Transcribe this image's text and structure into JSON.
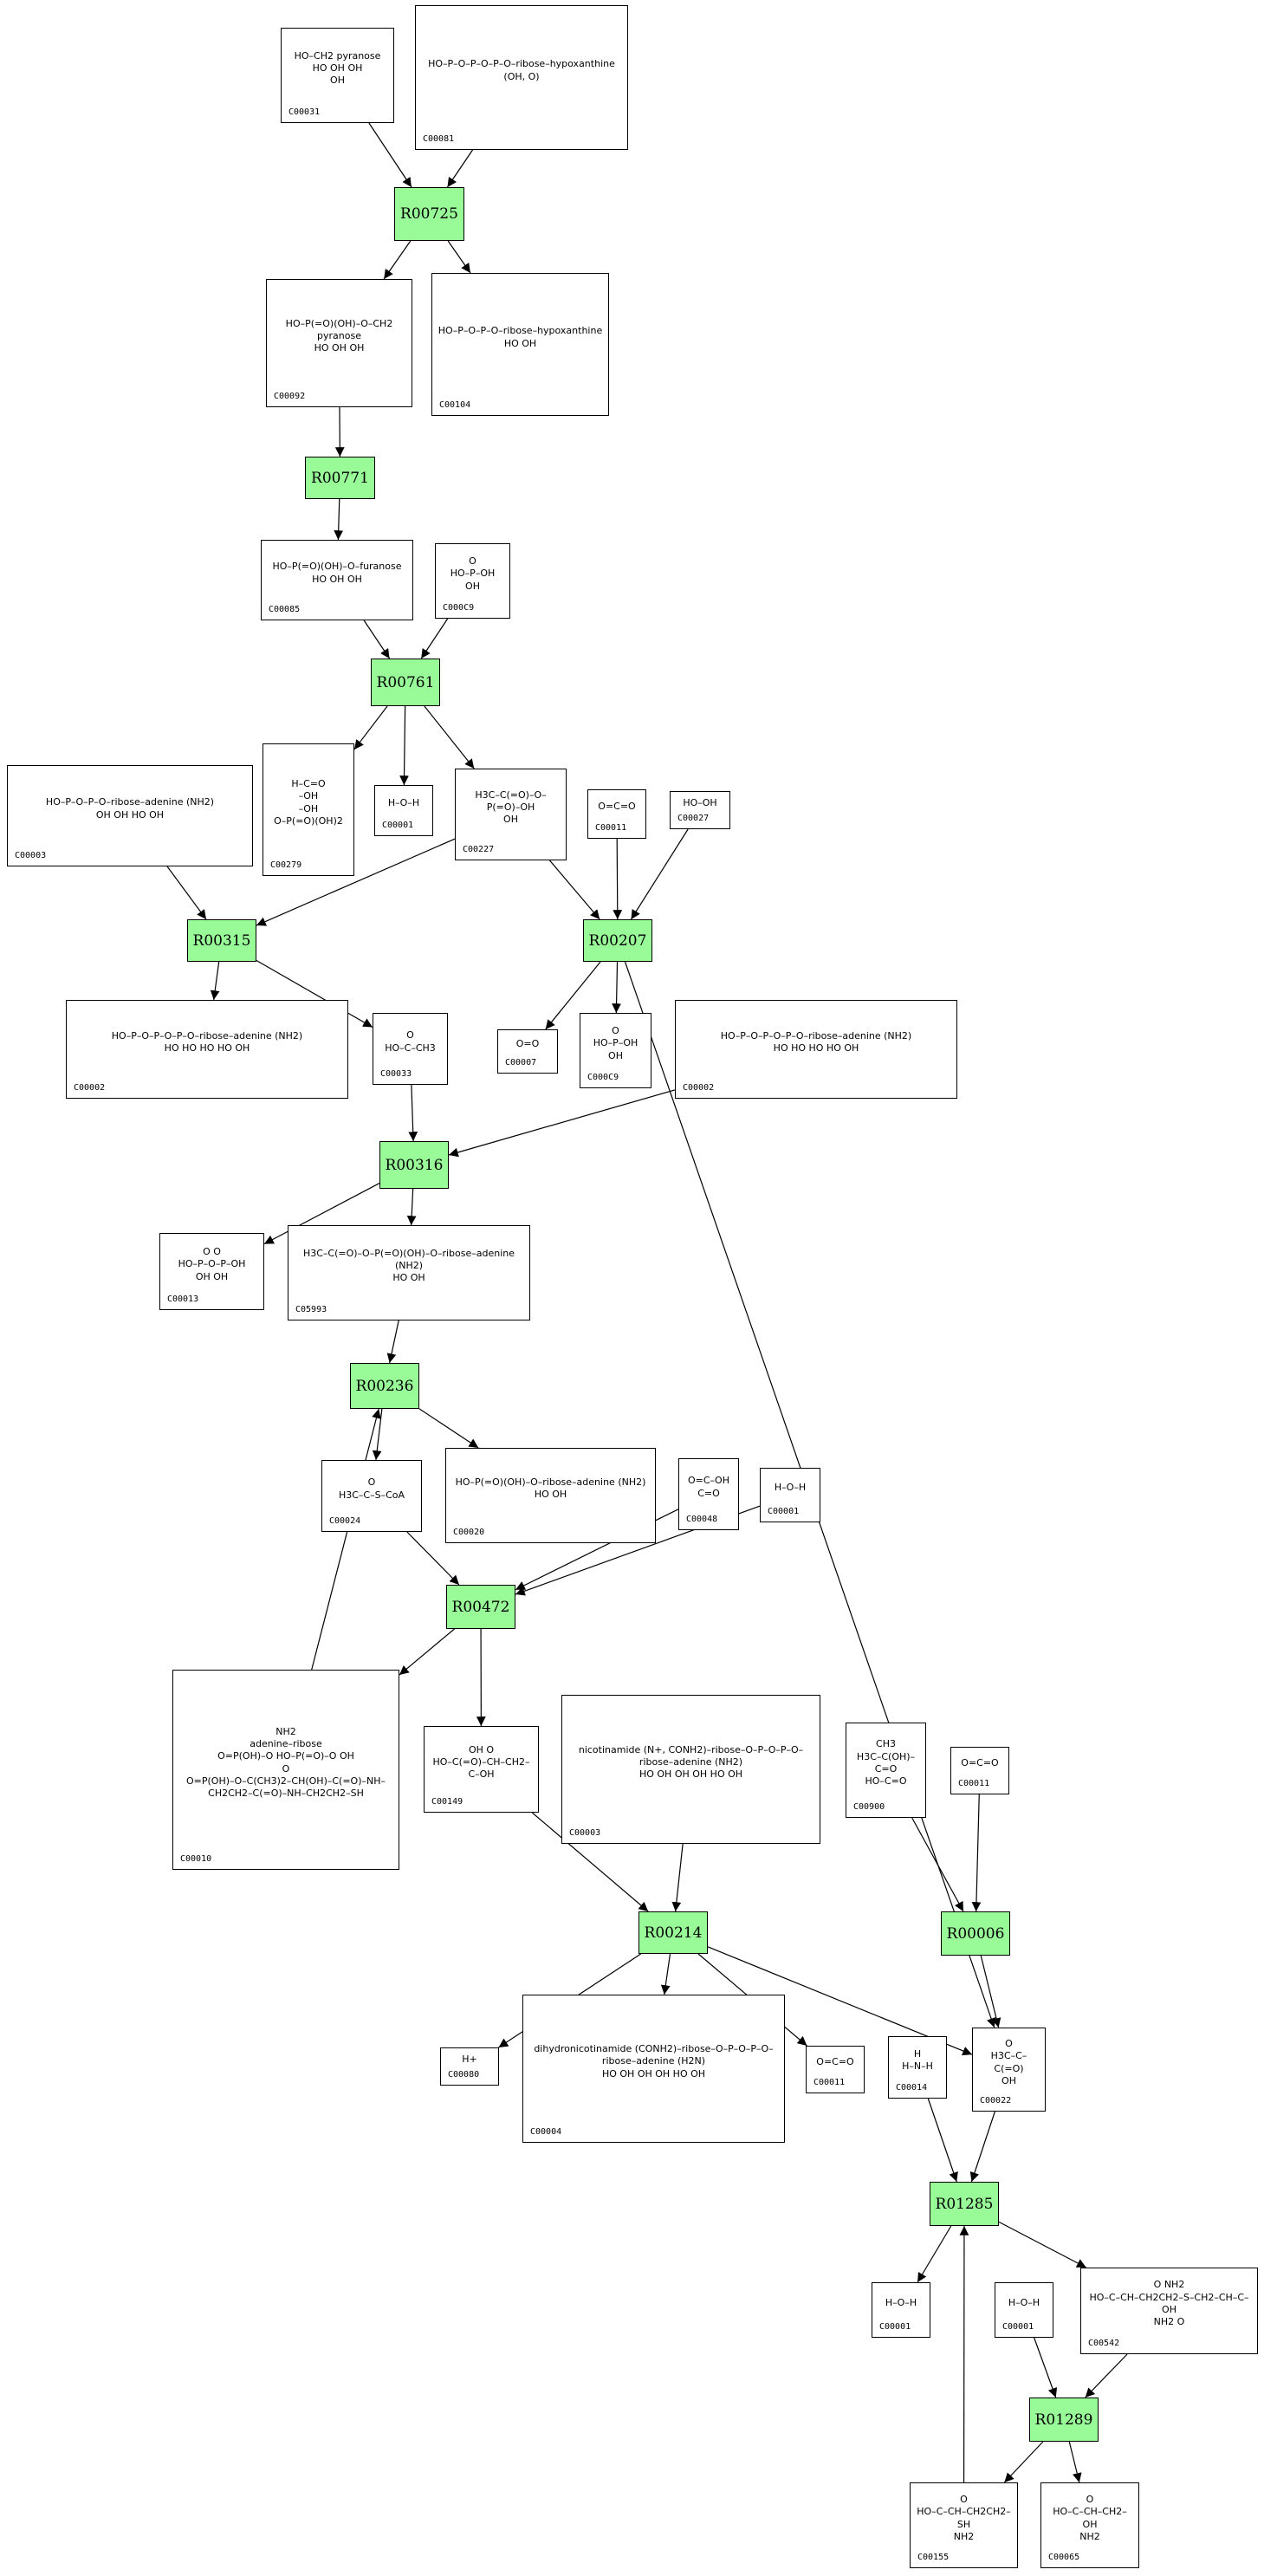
{
  "colors": {
    "reaction_fill": "#98fb98",
    "edge": "#000000",
    "background": "#ffffff"
  },
  "reactions": [
    {
      "key": "R00725",
      "label": "R00725"
    },
    {
      "key": "R00771",
      "label": "R00771"
    },
    {
      "key": "R00761",
      "label": "R00761"
    },
    {
      "key": "R00315",
      "label": "R00315"
    },
    {
      "key": "R00207",
      "label": "R00207"
    },
    {
      "key": "R00316",
      "label": "R00316"
    },
    {
      "key": "R00236",
      "label": "R00236"
    },
    {
      "key": "R00472",
      "label": "R00472"
    },
    {
      "key": "R00214",
      "label": "R00214"
    },
    {
      "key": "R00006",
      "label": "R00006"
    },
    {
      "key": "R01285",
      "label": "R01285"
    },
    {
      "key": "R01289",
      "label": "R01289"
    }
  ],
  "compounds": [
    {
      "key": "c00031",
      "id": "C00031",
      "structure": "HO–CH2 pyranose\nHO  OH  OH\nOH"
    },
    {
      "key": "c00081",
      "id": "C00081",
      "structure": "HO–P–O–P–O–P–O–ribose–hypoxanthine\n(OH, O)"
    },
    {
      "key": "c00092",
      "id": "C00092",
      "structure": "HO–P(=O)(OH)–O–CH2 pyranose\nHO  OH  OH"
    },
    {
      "key": "c00104",
      "id": "C00104",
      "structure": "HO–P–O–P–O–ribose–hypoxanthine\nHO  OH"
    },
    {
      "key": "c00085",
      "id": "C00085",
      "structure": "HO–P(=O)(OH)–O–furanose\nHO  OH  OH"
    },
    {
      "key": "c00009a",
      "id": "C000C9",
      "structure": "O\nHO–P–OH\nOH"
    },
    {
      "key": "c00279",
      "id": "C00279",
      "structure": "H–C=O\n–OH\n–OH\nO–P(=O)(OH)2"
    },
    {
      "key": "c00001a",
      "id": "C00001",
      "structure": "H–O–H"
    },
    {
      "key": "c00227",
      "id": "C00227",
      "structure": "H3C–C(=O)–O–P(=O)–OH\nOH"
    },
    {
      "key": "c00011a",
      "id": "C00011",
      "structure": "O=C=O"
    },
    {
      "key": "c00027",
      "id": "C00027",
      "structure": "HO–OH"
    },
    {
      "key": "c00003b",
      "id": "C00003",
      "structure": "HO–P–O–P–O–ribose–adenine (NH2)\nOH  OH   HO  OH"
    },
    {
      "key": "c00002a",
      "id": "C00002",
      "structure": "HO–P–O–P–O–P–O–ribose–adenine (NH2)\nHO  HO  HO   HO  OH"
    },
    {
      "key": "c00033",
      "id": "C00033",
      "structure": "O\nHO–C–CH3"
    },
    {
      "key": "c00007",
      "id": "C00007",
      "structure": "O=O"
    },
    {
      "key": "c00009b",
      "id": "C000C9",
      "structure": "O\nHO–P–OH\nOH"
    },
    {
      "key": "c00002b",
      "id": "C00002",
      "structure": "HO–P–O–P–O–P–O–ribose–adenine (NH2)\nHO  HO  HO   HO  OH"
    },
    {
      "key": "c00013",
      "id": "C00013",
      "structure": "O     O\nHO–P–O–P–OH\nOH   OH"
    },
    {
      "key": "c05993",
      "id": "C05993",
      "structure": "H3C–C(=O)–O–P(=O)(OH)–O–ribose–adenine (NH2)\nHO  OH"
    },
    {
      "key": "c00024",
      "id": "C00024",
      "structure": "O\nH3C–C–S–CoA"
    },
    {
      "key": "c00020",
      "id": "C00020",
      "structure": "HO–P(=O)(OH)–O–ribose–adenine (NH2)\nHO  OH"
    },
    {
      "key": "c00048",
      "id": "C00048",
      "structure": "O=C–OH\nC=O"
    },
    {
      "key": "c00001b",
      "id": "C00001",
      "structure": "H–O–H"
    },
    {
      "key": "c00010",
      "id": "C00010",
      "structure": "NH2\nadenine–ribose\nO=P(OH)–O  HO–P(=O)–O  OH\nO\nO=P(OH)–O–C(CH3)2–CH(OH)–C(=O)–NH–CH2CH2–C(=O)–NH–CH2CH2–SH"
    },
    {
      "key": "c00149",
      "id": "C00149",
      "structure": "OH    O\nHO–C(=O)–CH–CH2–C–OH"
    },
    {
      "key": "c00003",
      "id": "C00003",
      "structure": "nicotinamide (N+, CONH2)–ribose–O–P–O–P–O–ribose–adenine (NH2)\nHO OH   OH  OH   HO OH"
    },
    {
      "key": "c00900",
      "id": "C00900",
      "structure": "CH3\nH3C–C(OH)–C=O\nHO–C=O"
    },
    {
      "key": "c00011b",
      "id": "C00011",
      "structure": "O=C=O"
    },
    {
      "key": "c00080",
      "id": "C00080",
      "structure": "H+"
    },
    {
      "key": "c00004",
      "id": "C00004",
      "structure": "dihydronicotinamide (CONH2)–ribose–O–P–O–P–O–ribose–adenine (H2N)\nHO OH   OH  OH   HO OH"
    },
    {
      "key": "c00011c",
      "id": "C00011",
      "structure": "O=C=O"
    },
    {
      "key": "c00014",
      "id": "C00014",
      "structure": "H\nH–N–H"
    },
    {
      "key": "c00022",
      "id": "C00022",
      "structure": "O\nH3C–C–C(=O)\nOH"
    },
    {
      "key": "c00001c",
      "id": "C00001",
      "structure": "H–O–H"
    },
    {
      "key": "c00001d",
      "id": "C00001",
      "structure": "H–O–H"
    },
    {
      "key": "c00542",
      "id": "C00542",
      "structure": "O           NH2\nHO–C–CH–CH2CH2–S–CH2–CH–C–OH\nNH2           O"
    },
    {
      "key": "c00155",
      "id": "C00155",
      "structure": "O\nHO–C–CH–CH2CH2–SH\nNH2"
    },
    {
      "key": "c00065",
      "id": "C00065",
      "structure": "O\nHO–C–CH–CH2–OH\nNH2"
    }
  ],
  "edges": [
    [
      "c00031",
      "R00725"
    ],
    [
      "c00081",
      "R00725"
    ],
    [
      "R00725",
      "c00092"
    ],
    [
      "R00725",
      "c00104"
    ],
    [
      "c00092",
      "R00771"
    ],
    [
      "R00771",
      "c00085"
    ],
    [
      "c00085",
      "R00761"
    ],
    [
      "c00009a",
      "R00761"
    ],
    [
      "R00761",
      "c00279"
    ],
    [
      "R00761",
      "c00001a"
    ],
    [
      "R00761",
      "c00227"
    ],
    [
      "c00003b",
      "R00315"
    ],
    [
      "c00227",
      "R00315"
    ],
    [
      "R00315",
      "c00002a"
    ],
    [
      "R00315",
      "c00033"
    ],
    [
      "c00227",
      "R00207"
    ],
    [
      "c00011a",
      "R00207"
    ],
    [
      "c00027",
      "R00207"
    ],
    [
      "R00207",
      "c00007"
    ],
    [
      "R00207",
      "c00009b"
    ],
    [
      "R00207",
      "c00022"
    ],
    [
      "c00033",
      "R00316"
    ],
    [
      "c00002b",
      "R00316"
    ],
    [
      "R00316",
      "c00013"
    ],
    [
      "R00316",
      "c05993"
    ],
    [
      "c05993",
      "R00236"
    ],
    [
      "c00010",
      "R00236"
    ],
    [
      "R00236",
      "c00024"
    ],
    [
      "R00236",
      "c00020"
    ],
    [
      "c00024",
      "R00472"
    ],
    [
      "c00048",
      "R00472"
    ],
    [
      "c00001b",
      "R00472"
    ],
    [
      "R00472",
      "c00010"
    ],
    [
      "R00472",
      "c00149"
    ],
    [
      "c00149",
      "R00214"
    ],
    [
      "c00003",
      "R00214"
    ],
    [
      "R00214",
      "c00080"
    ],
    [
      "R00214",
      "c00004"
    ],
    [
      "R00214",
      "c00011c"
    ],
    [
      "R00214",
      "c00022"
    ],
    [
      "c00900",
      "R00006"
    ],
    [
      "c00011b",
      "R00006"
    ],
    [
      "R00006",
      "c00022"
    ],
    [
      "c00014",
      "R01285"
    ],
    [
      "c00022",
      "R01285"
    ],
    [
      "c00155",
      "R01285"
    ],
    [
      "R01285",
      "c00001c"
    ],
    [
      "R01285",
      "c00542"
    ],
    [
      "c00001d",
      "R01289"
    ],
    [
      "c00542",
      "R01289"
    ],
    [
      "R01289",
      "c00155"
    ],
    [
      "R01289",
      "c00065"
    ]
  ]
}
